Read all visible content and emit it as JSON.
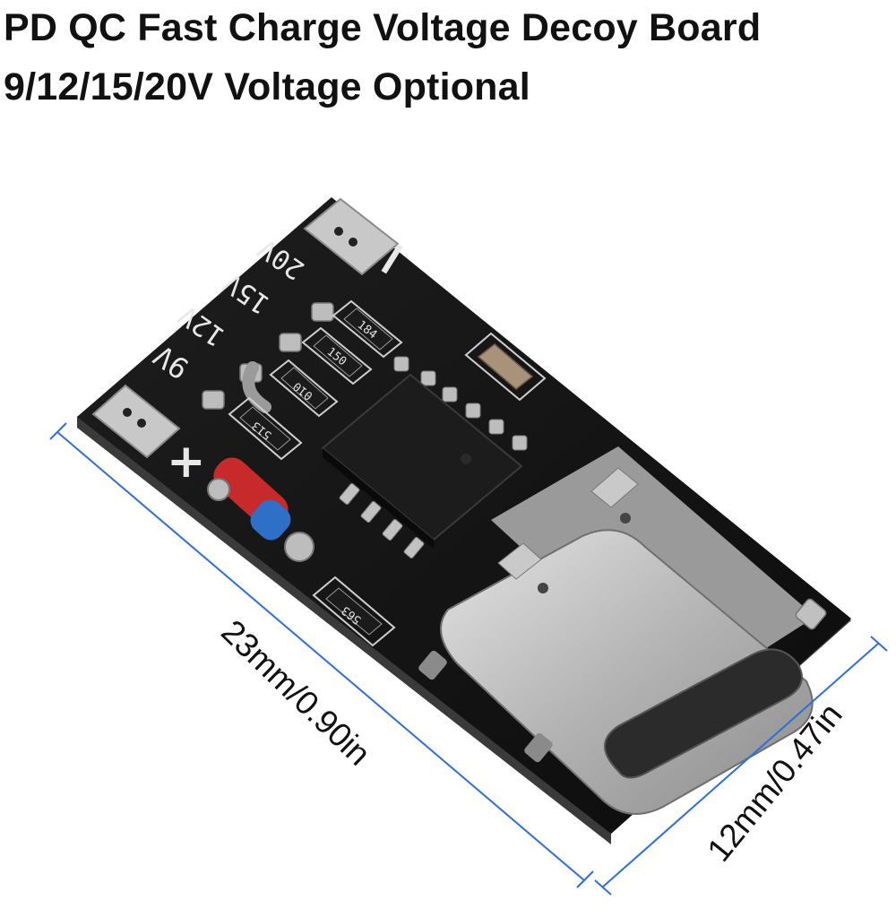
{
  "title": {
    "line1": "PD QC Fast Charge Voltage Decoy Board",
    "line2": "9/12/15/20V Voltage Optional"
  },
  "board": {
    "voltage_labels": [
      "20V",
      "15V",
      "12V",
      "9V"
    ],
    "minus_sign": "−",
    "plus_sign": "+",
    "resistor_codes": [
      "184",
      "150",
      "010",
      "513",
      "563"
    ],
    "colors": {
      "pcb": "#141414",
      "pad": "#c9c9c9",
      "connector": "#b9b9b9",
      "silkscreen": "#e8e8e8",
      "dimension_line": "#2f6fd6"
    }
  },
  "dimensions": {
    "length": "23mm/0.90in",
    "width": "12mm/0.47in"
  }
}
